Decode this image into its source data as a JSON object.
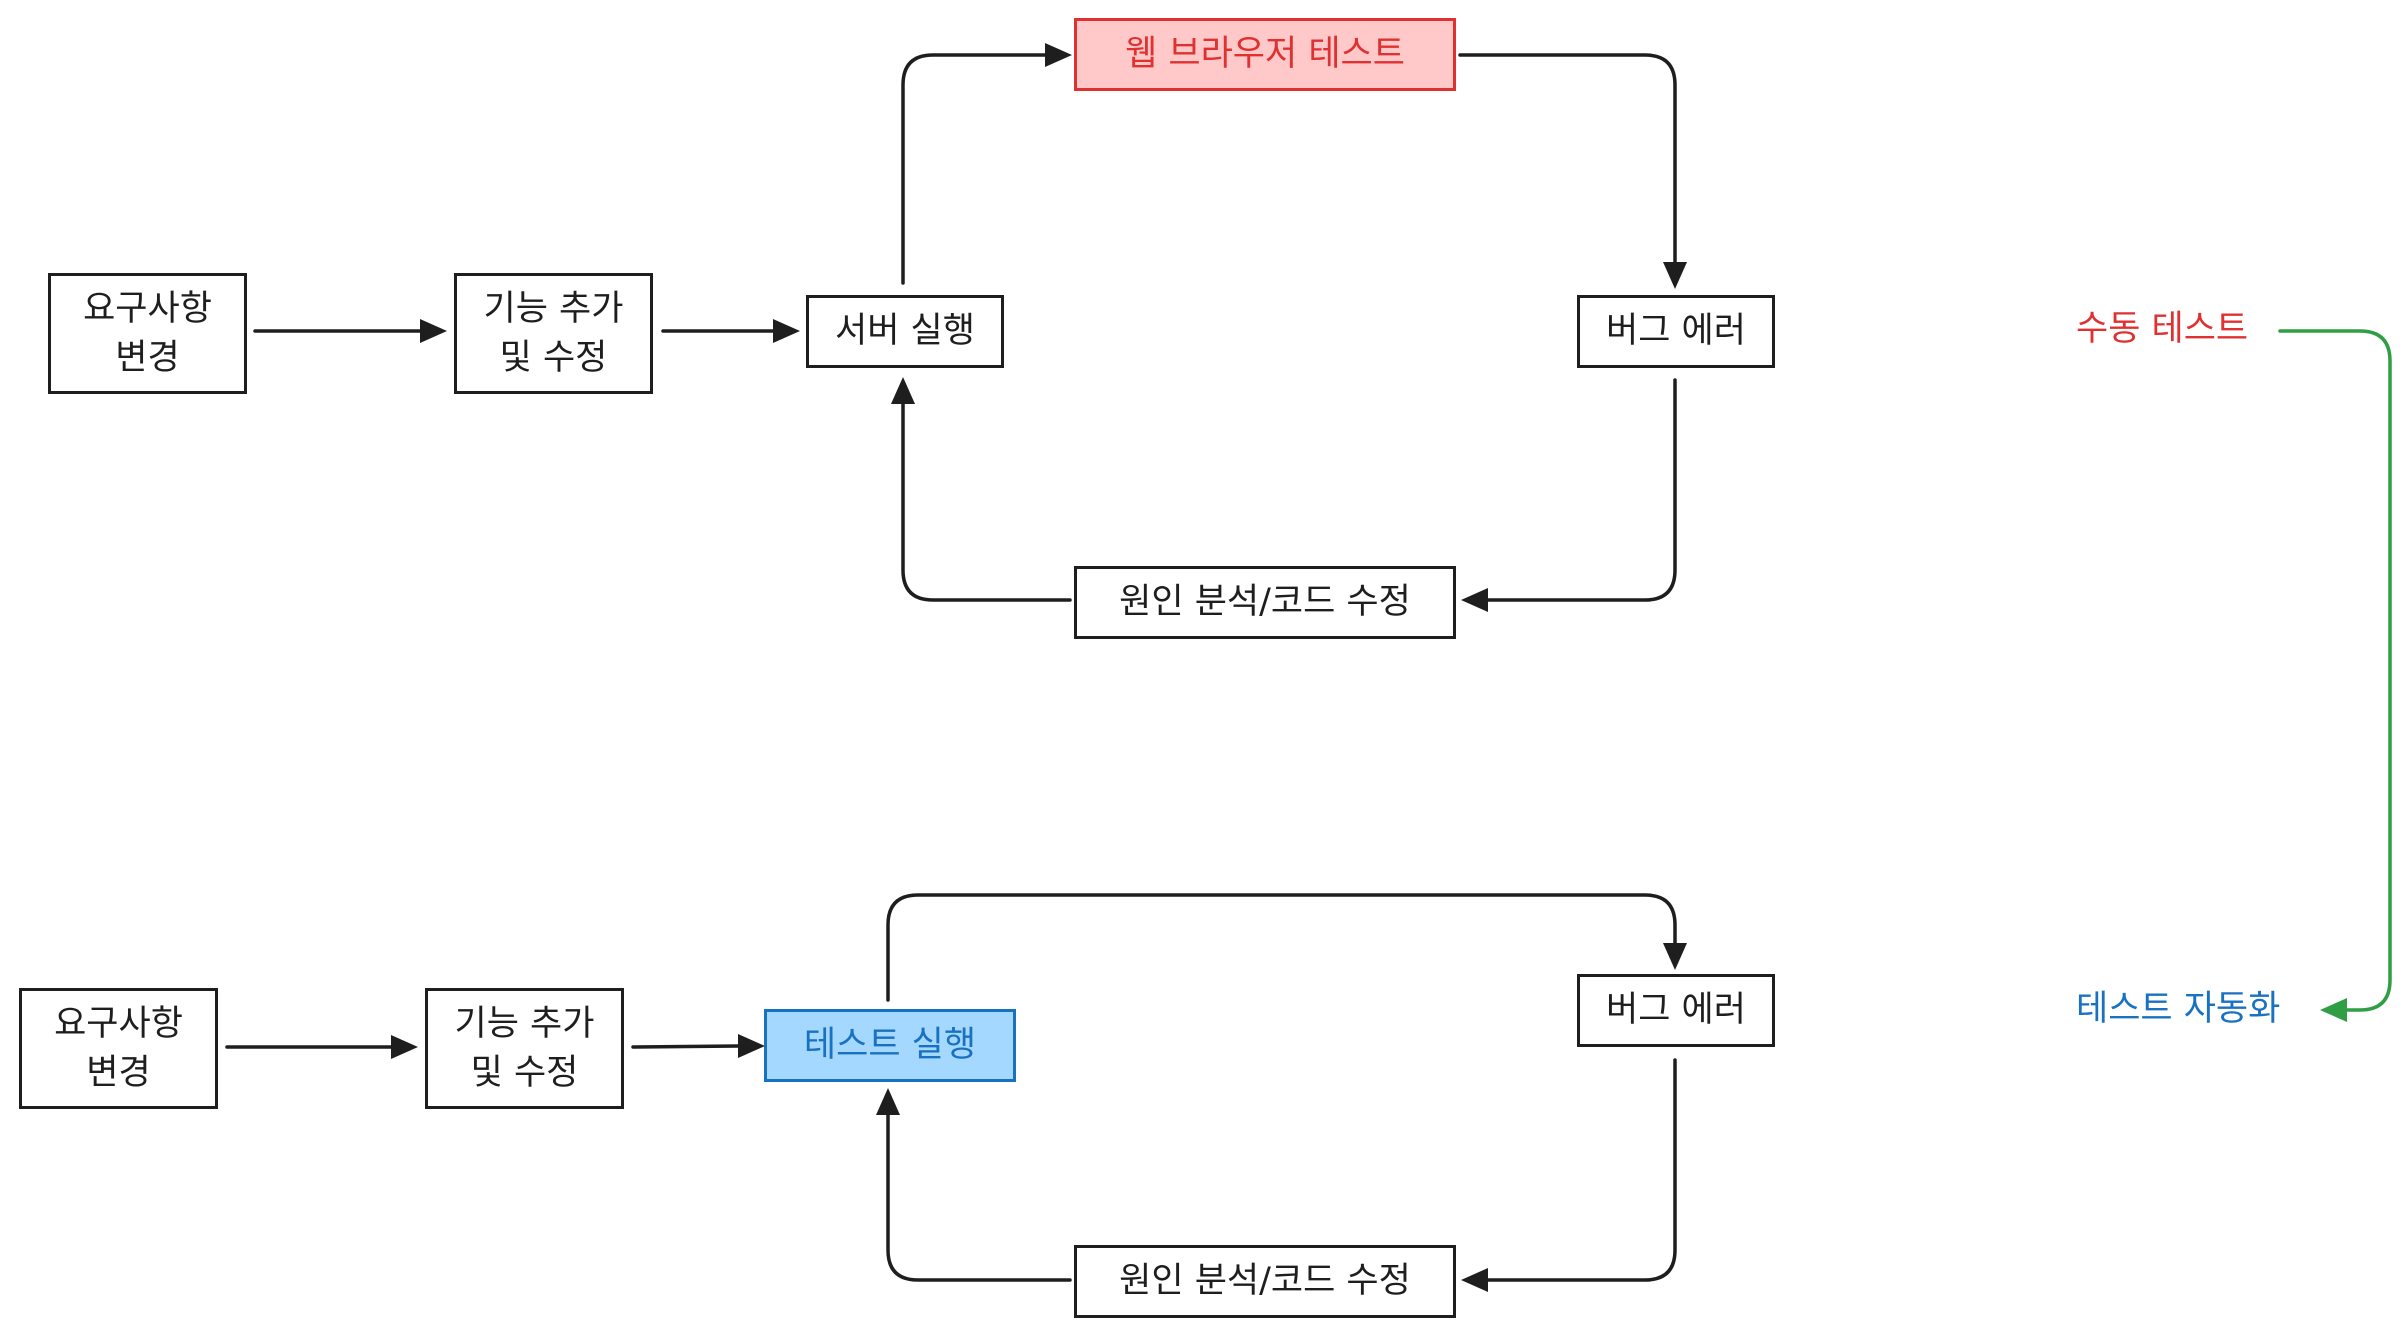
{
  "colors": {
    "stroke": "#1e1e1e",
    "red": "#e03131",
    "red_fill": "#ffc9c9",
    "blue": "#1971c2",
    "blue_fill": "#a5d8ff",
    "green": "#2f9e44"
  },
  "top_flow": {
    "requirements_change": "요구사항 변경",
    "feature_edit": "기능 추가 및 수정",
    "run_server": "서버 실행",
    "browser_test": "웹 브라우저 테스트",
    "bug_error": "버그 에러",
    "root_cause_fix": "원인 분석/코드 수정"
  },
  "bottom_flow": {
    "requirements_change": "요구사항 변경",
    "feature_edit": "기능 추가 및 수정",
    "run_test": "테스트 실행",
    "bug_error": "버그 에러",
    "root_cause_fix": "원인 분석/코드 수정"
  },
  "transition": {
    "manual_test": "수동 테스트",
    "test_automation": "테스트 자동화"
  }
}
